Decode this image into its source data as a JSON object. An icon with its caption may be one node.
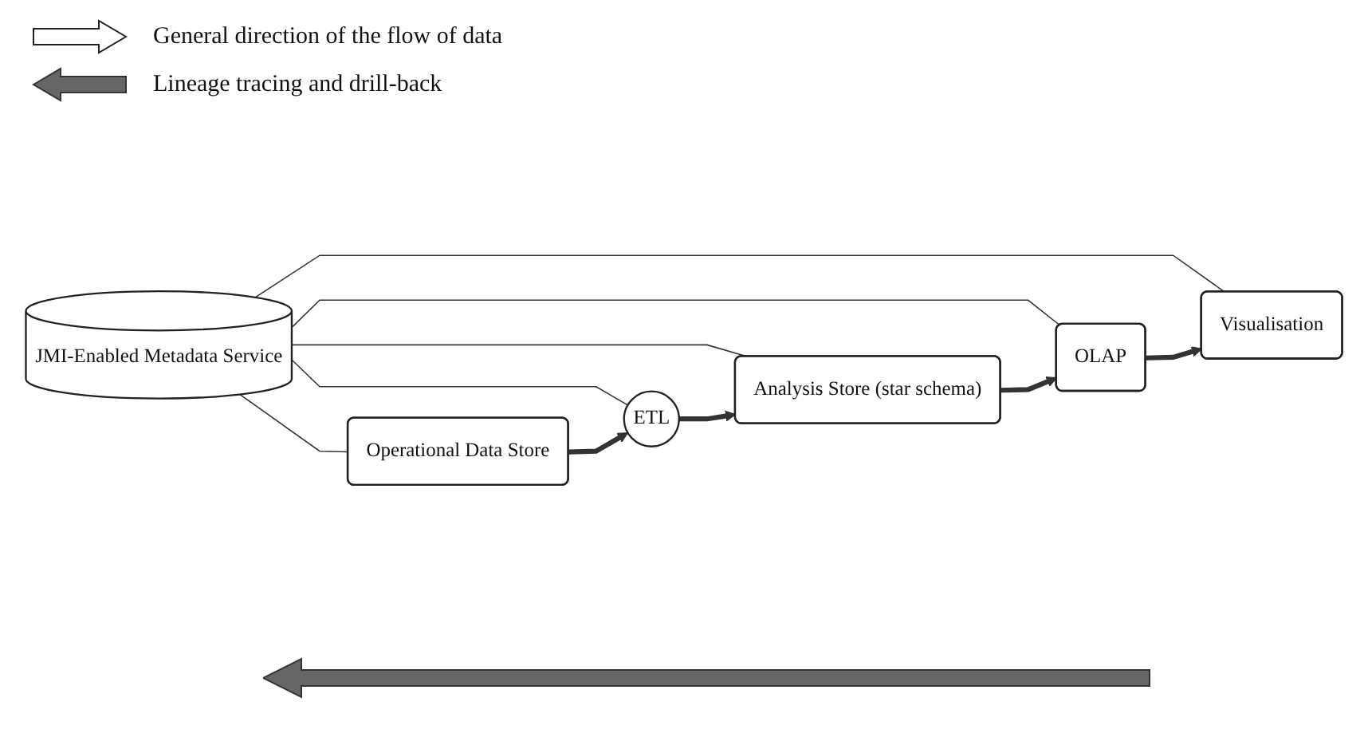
{
  "diagram": {
    "nodes": [
      {
        "text": [
          "JMI-Enabled Metadata Service"
        ]
      },
      {
        "text": [
          "Operational Data Store"
        ]
      },
      {
        "text": [
          "ETL"
        ]
      },
      {
        "text": [
          "Analysis Store (star schema)"
        ]
      },
      {
        "text": [
          "OLAP"
        ]
      },
      {
        "text": [
          "Visualisation"
        ]
      }
    ],
    "edges": [
      {
        "from": 0,
        "to": 1,
        "arrow": "none"
      },
      {
        "from": 0,
        "to": 2,
        "arrow": "none"
      },
      {
        "from": 0,
        "to": 3,
        "arrow": "none"
      },
      {
        "from": 0,
        "to": 4,
        "arrow": "none"
      },
      {
        "from": 0,
        "to": 5,
        "arrow": "none"
      },
      {
        "from": 1,
        "to": 2,
        "arrow": "to",
        "style": "thick"
      },
      {
        "from": 2,
        "to": 3,
        "arrow": "to",
        "style": "thick"
      },
      {
        "from": 3,
        "to": 4,
        "arrow": "to",
        "style": "thick"
      },
      {
        "from": 4,
        "to": 5,
        "arrow": "to",
        "style": "thick"
      }
    ],
    "legend": [
      {
        "text": "General direction of the flow of data"
      },
      {
        "text": "Lineage tracing and drill-back"
      }
    ]
  }
}
